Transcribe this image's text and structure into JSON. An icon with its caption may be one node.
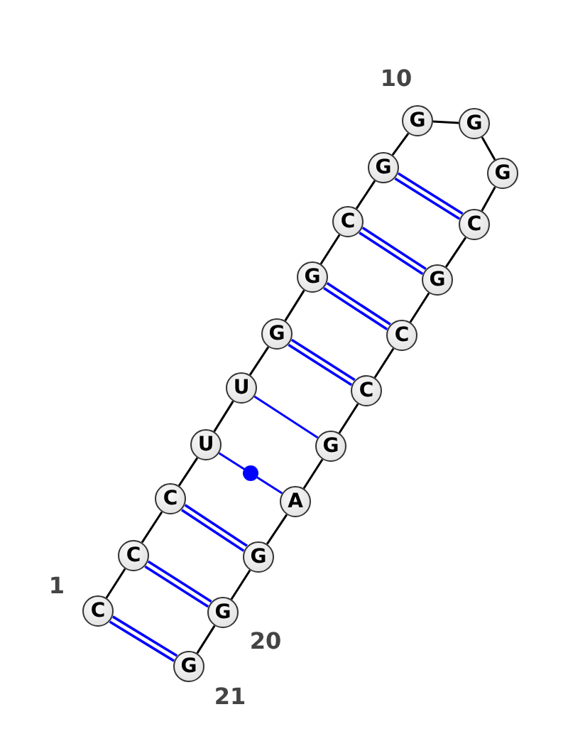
{
  "diagram": {
    "nodes": [
      {
        "text": [
          "C"
        ],
        "beside": [
          "1"
        ]
      },
      {
        "text": [
          "C"
        ]
      },
      {
        "text": [
          "C"
        ]
      },
      {
        "text": [
          "U"
        ]
      },
      {
        "text": [
          "U"
        ]
      },
      {
        "text": [
          "G"
        ]
      },
      {
        "text": [
          "G"
        ]
      },
      {
        "text": [
          "C"
        ]
      },
      {
        "text": [
          "G"
        ]
      },
      {
        "text": [
          "G"
        ],
        "beside": [
          "10"
        ]
      },
      {
        "text": [
          "G"
        ]
      },
      {
        "text": [
          "G"
        ]
      },
      {
        "text": [
          "C"
        ]
      },
      {
        "text": [
          "G"
        ]
      },
      {
        "text": [
          "C"
        ]
      },
      {
        "text": [
          "C"
        ]
      },
      {
        "text": [
          "G"
        ]
      },
      {
        "text": [
          "A"
        ]
      },
      {
        "text": [
          "G"
        ]
      },
      {
        "text": [
          "G"
        ],
        "beside": [
          "20"
        ]
      },
      {
        "text": [
          "G"
        ],
        "beside": [
          "21"
        ]
      }
    ],
    "edges": [
      {
        "from": 0,
        "to": 1,
        "arrow": "none"
      },
      {
        "from": 1,
        "to": 2,
        "arrow": "none"
      },
      {
        "from": 2,
        "to": 3,
        "arrow": "none"
      },
      {
        "from": 3,
        "to": 4,
        "arrow": "none"
      },
      {
        "from": 4,
        "to": 5,
        "arrow": "none"
      },
      {
        "from": 5,
        "to": 6,
        "arrow": "none"
      },
      {
        "from": 6,
        "to": 7,
        "arrow": "none"
      },
      {
        "from": 7,
        "to": 8,
        "arrow": "none"
      },
      {
        "from": 8,
        "to": 9,
        "arrow": "none"
      },
      {
        "from": 9,
        "to": 10,
        "arrow": "none"
      },
      {
        "from": 10,
        "to": 11,
        "arrow": "none"
      },
      {
        "from": 11,
        "to": 12,
        "arrow": "none"
      },
      {
        "from": 12,
        "to": 13,
        "arrow": "none"
      },
      {
        "from": 13,
        "to": 14,
        "arrow": "none"
      },
      {
        "from": 14,
        "to": 15,
        "arrow": "none"
      },
      {
        "from": 15,
        "to": 16,
        "arrow": "none"
      },
      {
        "from": 16,
        "to": 17,
        "arrow": "none"
      },
      {
        "from": 17,
        "to": 18,
        "arrow": "none"
      },
      {
        "from": 18,
        "to": 19,
        "arrow": "none"
      },
      {
        "from": 19,
        "to": 20,
        "arrow": "none"
      },
      {
        "from": 0,
        "to": 20,
        "arrow": "none",
        "style": "thick",
        "color": "#0000ff"
      },
      {
        "from": 1,
        "to": 19,
        "arrow": "none",
        "style": "thick",
        "color": "#0000ff"
      },
      {
        "from": 2,
        "to": 18,
        "arrow": "none",
        "style": "thick",
        "color": "#0000ff"
      },
      {
        "from": 3,
        "to": 17,
        "arrow": "none",
        "color": "#0000ff"
      },
      {
        "from": 4,
        "to": 16,
        "arrow": "none",
        "color": "#0000ff"
      },
      {
        "from": 5,
        "to": 15,
        "arrow": "none",
        "style": "thick",
        "color": "#0000ff"
      },
      {
        "from": 6,
        "to": 14,
        "arrow": "none",
        "style": "thick",
        "color": "#0000ff"
      },
      {
        "from": 7,
        "to": 13,
        "arrow": "none",
        "style": "thick",
        "color": "#0000ff"
      },
      {
        "from": 8,
        "to": 12,
        "arrow": "none",
        "style": "thick",
        "color": "#0000ff"
      }
    ]
  }
}
